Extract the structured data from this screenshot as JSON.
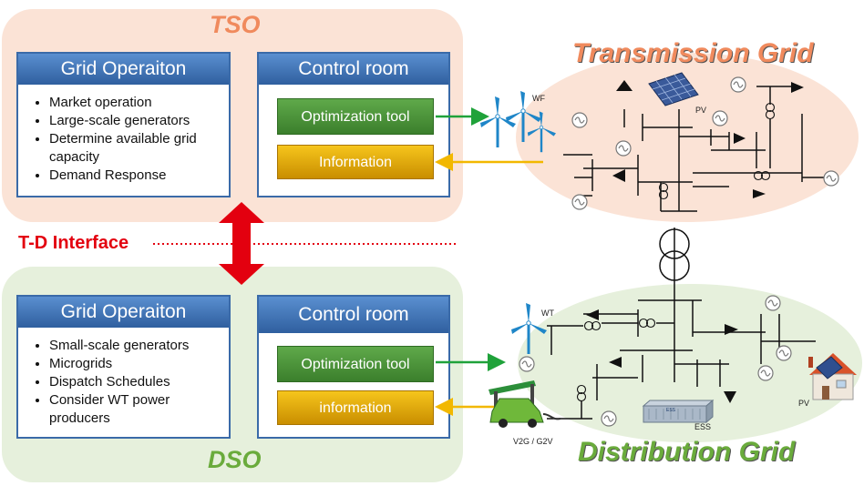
{
  "tso": {
    "title": "TSO",
    "grid_box": {
      "title": "Grid Operaiton",
      "items": [
        "Market operation",
        "Large-scale generators",
        "Determine available grid capacity",
        "Demand Response"
      ]
    },
    "control_box": {
      "title": "Control room",
      "optimization_label": "Optimization tool",
      "information_label": "Information"
    }
  },
  "dso": {
    "title": "DSO",
    "grid_box": {
      "title": "Grid Operaiton",
      "items": [
        "Small-scale generators",
        "Microgrids",
        "Dispatch Schedules",
        "Consider WT power producers"
      ]
    },
    "control_box": {
      "title": "Control room",
      "optimization_label": "Optimization tool",
      "information_label": "information"
    }
  },
  "interface": {
    "label": "T-D Interface"
  },
  "transmission": {
    "title": "Transmission Grid",
    "wf_label": "WF",
    "pv_label": "PV"
  },
  "distribution": {
    "title": "Distribution Grid",
    "wt_label": "WT",
    "v2g_label": "V2G / G2V",
    "ess_label": "ESS",
    "ess_inner": "ESS",
    "pv_label": "PV"
  },
  "colors": {
    "tso_bg": "#fbe3d6",
    "dso_bg": "#e6f0dc",
    "accent_orange": "#f08a5d",
    "accent_green": "#6aab3c",
    "interface_red": "#e3000f",
    "header_blue": "#2f5f9f"
  }
}
